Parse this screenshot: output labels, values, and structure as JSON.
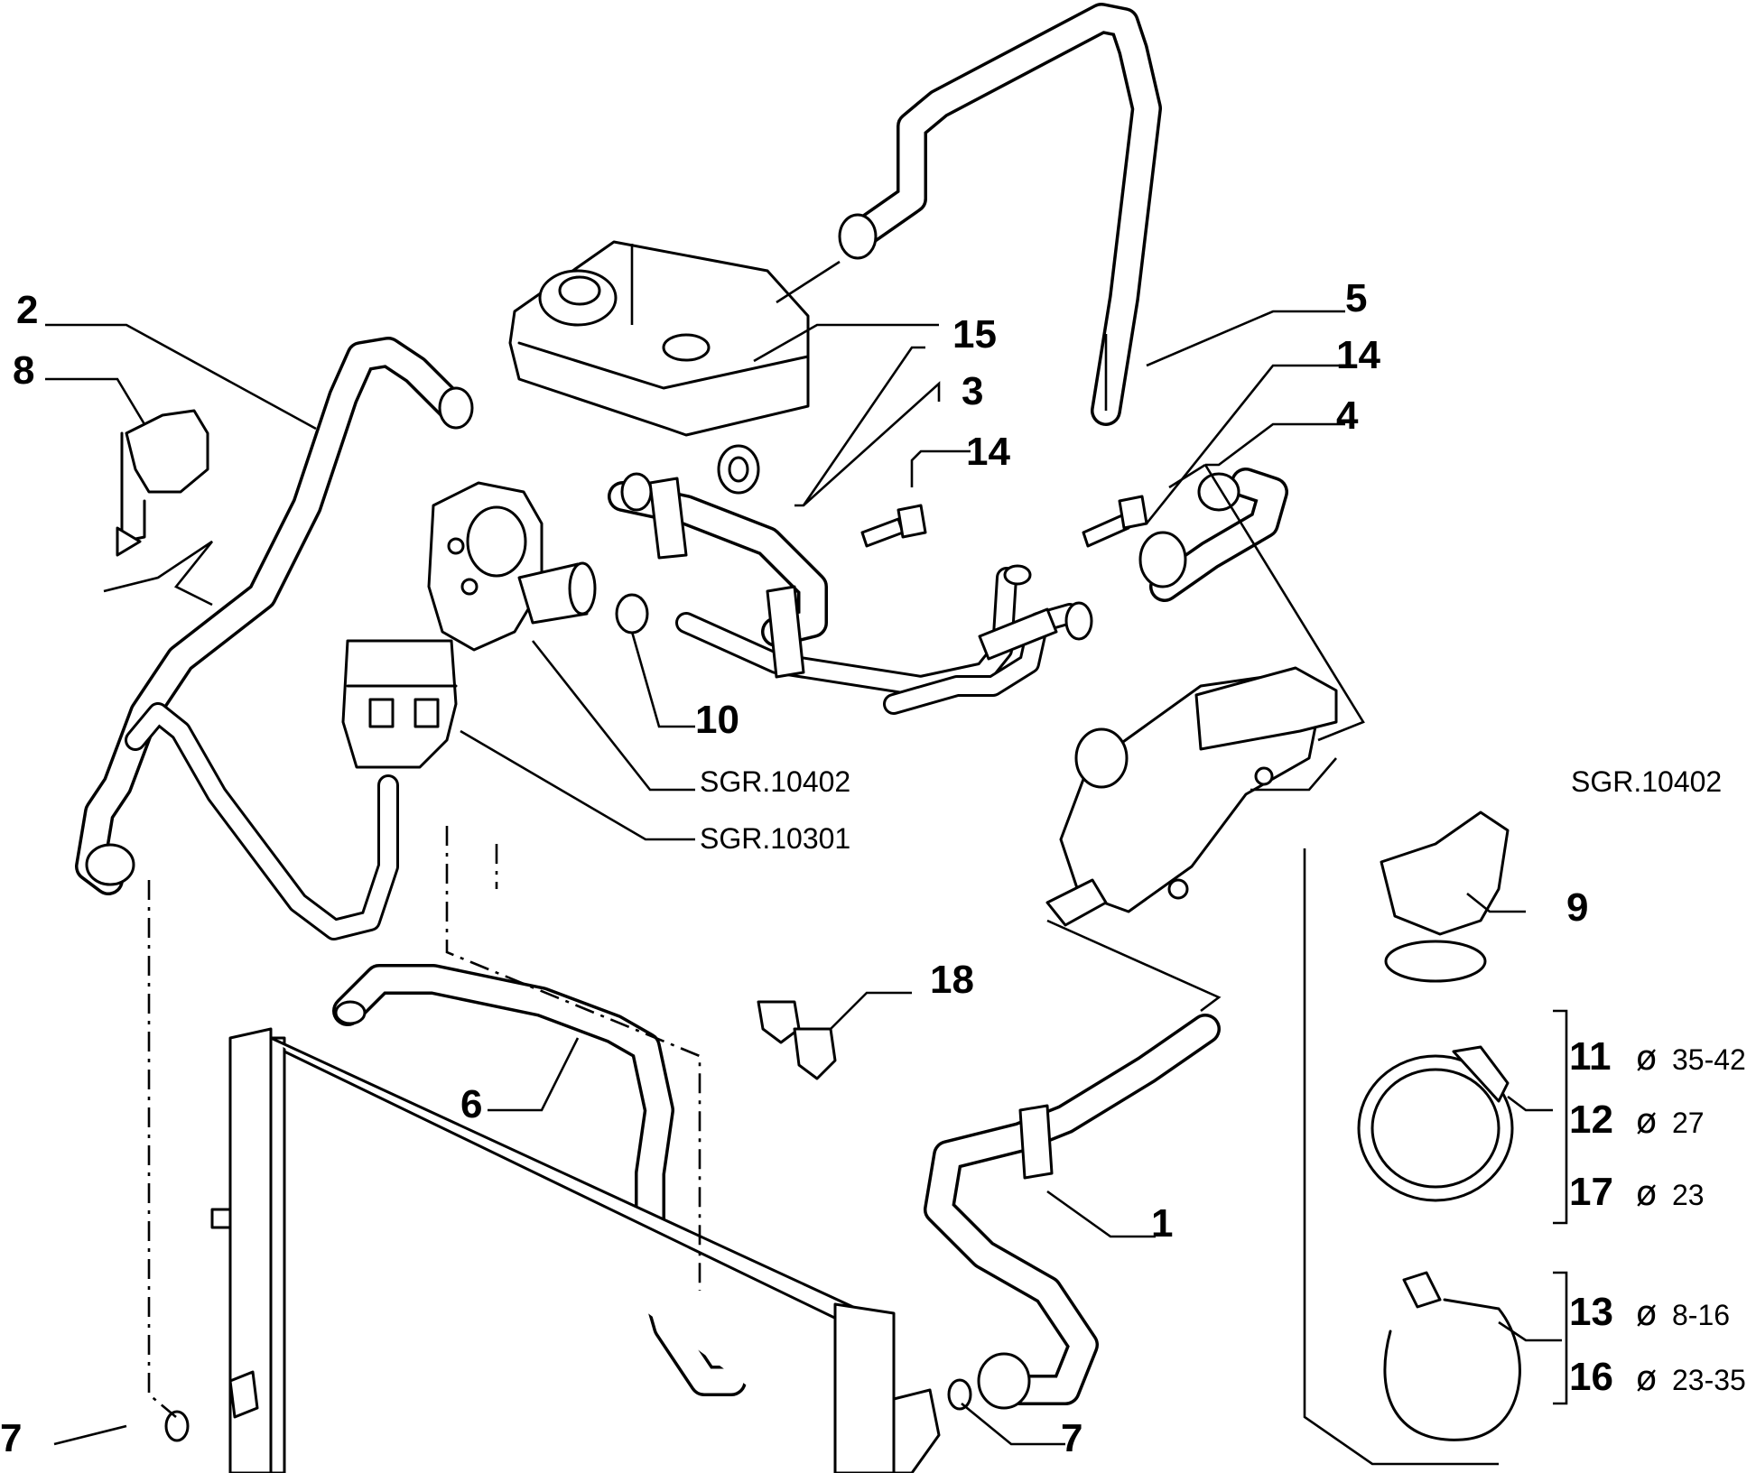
{
  "callouts": {
    "c1": "1",
    "c2": "2",
    "c3": "3",
    "c4": "4",
    "c5": "5",
    "c6": "6",
    "c7_left": "7",
    "c7_right": "7",
    "c8": "8",
    "c9": "9",
    "c10": "10",
    "c14_top": "14",
    "c14_mid": "14",
    "c15": "15",
    "c18": "18"
  },
  "references": {
    "ref_left_1": "SGR.10402",
    "ref_left_2": "SGR.10301",
    "ref_right": "SGR.10402"
  },
  "diameter_symbol": "ø",
  "clamp_specs_group1": [
    {
      "number": "11",
      "size": "35-42"
    },
    {
      "number": "12",
      "size": "27"
    },
    {
      "number": "17",
      "size": "23"
    }
  ],
  "clamp_specs_group2": [
    {
      "number": "13",
      "size": "8-16"
    },
    {
      "number": "16",
      "size": "23-35"
    }
  ]
}
